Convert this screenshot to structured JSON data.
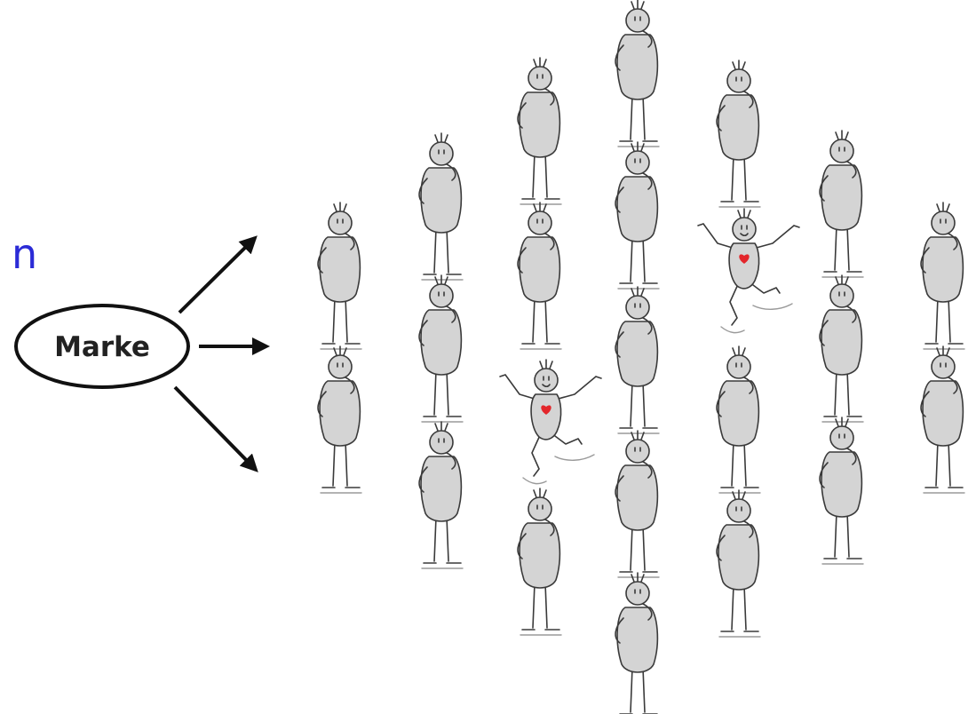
{
  "brand": {
    "label": "Marke"
  },
  "edge_text": "n",
  "colors": {
    "text": "#222222",
    "arrow": "#111111",
    "edge_text": "#2b2bd6",
    "heart": "#e3262b",
    "figure_fill": "#d4d4d4"
  },
  "figures": [
    {
      "kind": "standing",
      "group": "col-1"
    },
    {
      "kind": "standing",
      "group": "col-1"
    },
    {
      "kind": "standing",
      "group": "col-2"
    },
    {
      "kind": "standing",
      "group": "col-2"
    },
    {
      "kind": "standing",
      "group": "col-2"
    },
    {
      "kind": "standing",
      "group": "col-3"
    },
    {
      "kind": "standing",
      "group": "col-3"
    },
    {
      "kind": "jumping",
      "group": "col-3",
      "heart": true
    },
    {
      "kind": "standing",
      "group": "col-3"
    },
    {
      "kind": "standing",
      "group": "col-4"
    },
    {
      "kind": "standing",
      "group": "col-4"
    },
    {
      "kind": "standing",
      "group": "col-4"
    },
    {
      "kind": "standing",
      "group": "col-4"
    },
    {
      "kind": "standing",
      "group": "col-4"
    },
    {
      "kind": "standing",
      "group": "col-5"
    },
    {
      "kind": "jumping",
      "group": "col-5",
      "heart": true
    },
    {
      "kind": "standing",
      "group": "col-5"
    },
    {
      "kind": "standing",
      "group": "col-5"
    },
    {
      "kind": "standing",
      "group": "col-6"
    },
    {
      "kind": "standing",
      "group": "col-6"
    },
    {
      "kind": "standing",
      "group": "col-6"
    },
    {
      "kind": "standing",
      "group": "col-7"
    },
    {
      "kind": "standing",
      "group": "col-7"
    }
  ]
}
